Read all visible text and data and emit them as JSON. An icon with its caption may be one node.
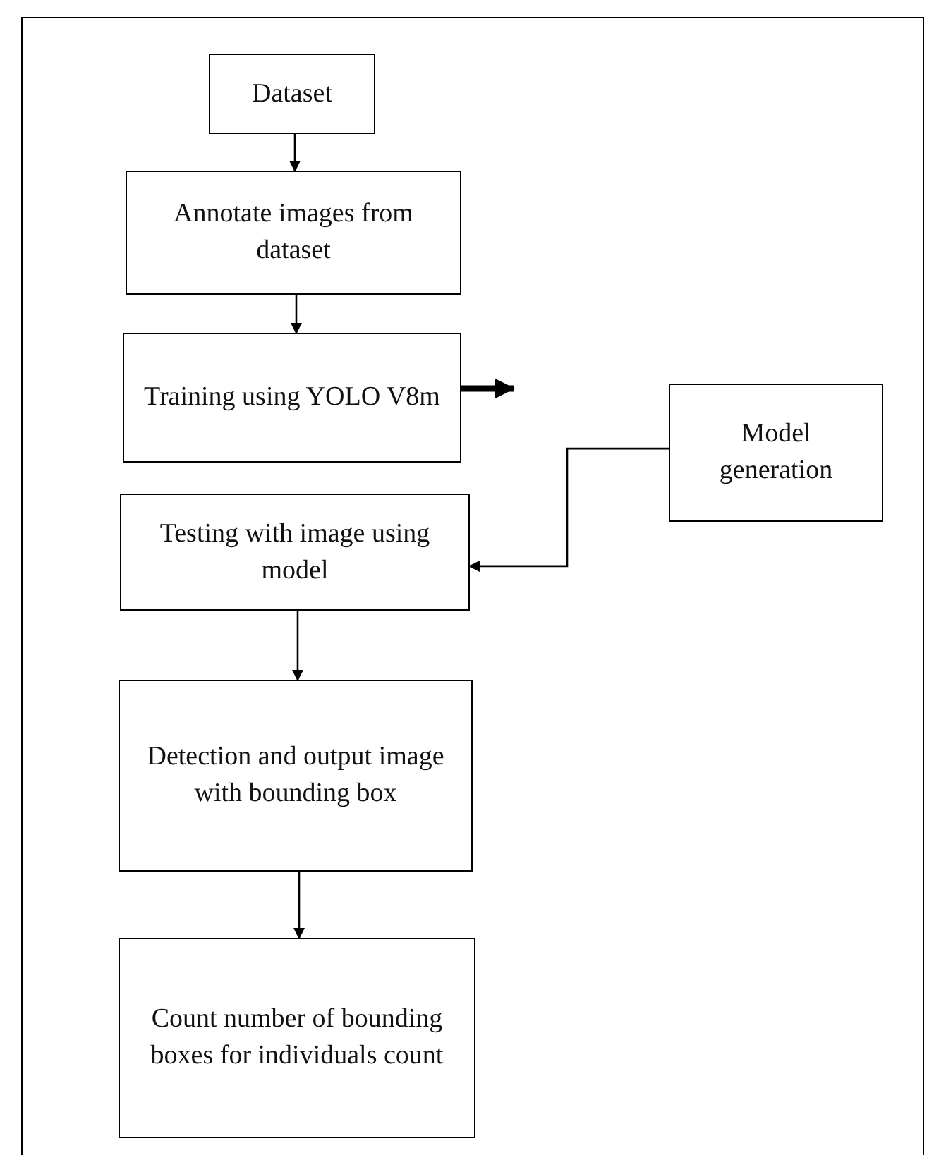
{
  "diagram": {
    "nodes": [
      {
        "text": [
          "Dataset"
        ]
      },
      {
        "text": [
          "Annotate images from dataset"
        ]
      },
      {
        "text": [
          "Training using YOLO V8m"
        ]
      },
      {
        "text": [
          "Model generation"
        ]
      },
      {
        "text": [
          "Testing with image using model"
        ]
      },
      {
        "text": [
          "Detection and output image with bounding box"
        ]
      },
      {
        "text": [
          "Count number of bounding boxes for individuals count"
        ]
      }
    ],
    "edges": [
      {
        "from": 0,
        "to": 1,
        "arrow": "to"
      },
      {
        "from": 1,
        "to": 2,
        "arrow": "to"
      },
      {
        "from": 2,
        "to": null,
        "arrow": "to",
        "style": "thick"
      },
      {
        "from": 3,
        "to": 4,
        "arrow": "to"
      },
      {
        "from": 4,
        "to": 5,
        "arrow": "to"
      },
      {
        "from": 5,
        "to": 6,
        "arrow": "to"
      }
    ]
  }
}
